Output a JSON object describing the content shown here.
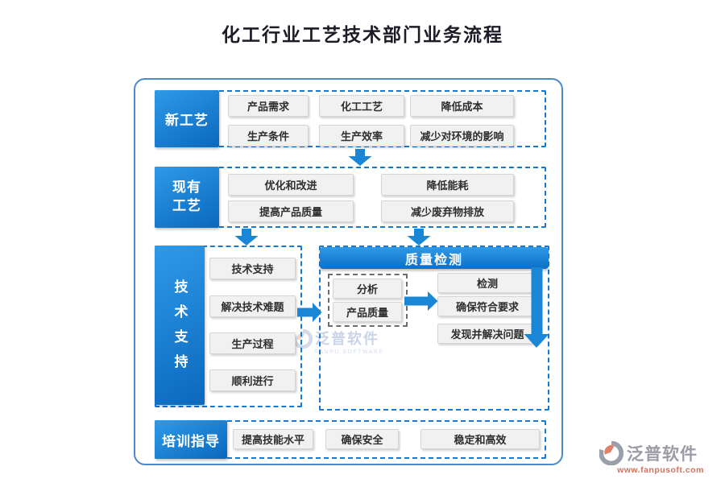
{
  "title": "化工行业工艺技术部门业务流程",
  "colors": {
    "accent_blue": "#1879d2",
    "label_gradient_top": "#2f9ae8",
    "label_gradient_bottom": "#0a68bd",
    "arrow": "#1a86d6",
    "outer_border": "#4d88c9",
    "gray_dash": "#6d6d6d"
  },
  "flow": {
    "new_process": {
      "label": "新工艺",
      "items": [
        "产品需求",
        "化工工艺",
        "降低成本",
        "生产条件",
        "生产效率",
        "减少对环境的影响"
      ]
    },
    "existing_process": {
      "label": "现有工艺",
      "items": [
        "优化和改进",
        "降低能耗",
        "提高产品质量",
        "减少废弃物排放"
      ]
    },
    "tech_support": {
      "label": "技术支持",
      "items": [
        "技术支持",
        "解决技术难题",
        "生产过程",
        "顺利进行"
      ]
    },
    "quality_check": {
      "header": "质量检测",
      "inputs": [
        "分析",
        "产品质量"
      ],
      "outputs": [
        "检测",
        "确保符合要求",
        "发现并解决问题"
      ]
    },
    "training": {
      "label": "培训指导",
      "items": [
        "提高技能水平",
        "确保安全",
        "稳定和高效"
      ]
    }
  },
  "watermark": {
    "name": "泛普软件",
    "subtitle": "FANPU SOFTWARE"
  },
  "brand": {
    "name": "泛普软件",
    "url": "www.fanpusoft.com"
  }
}
